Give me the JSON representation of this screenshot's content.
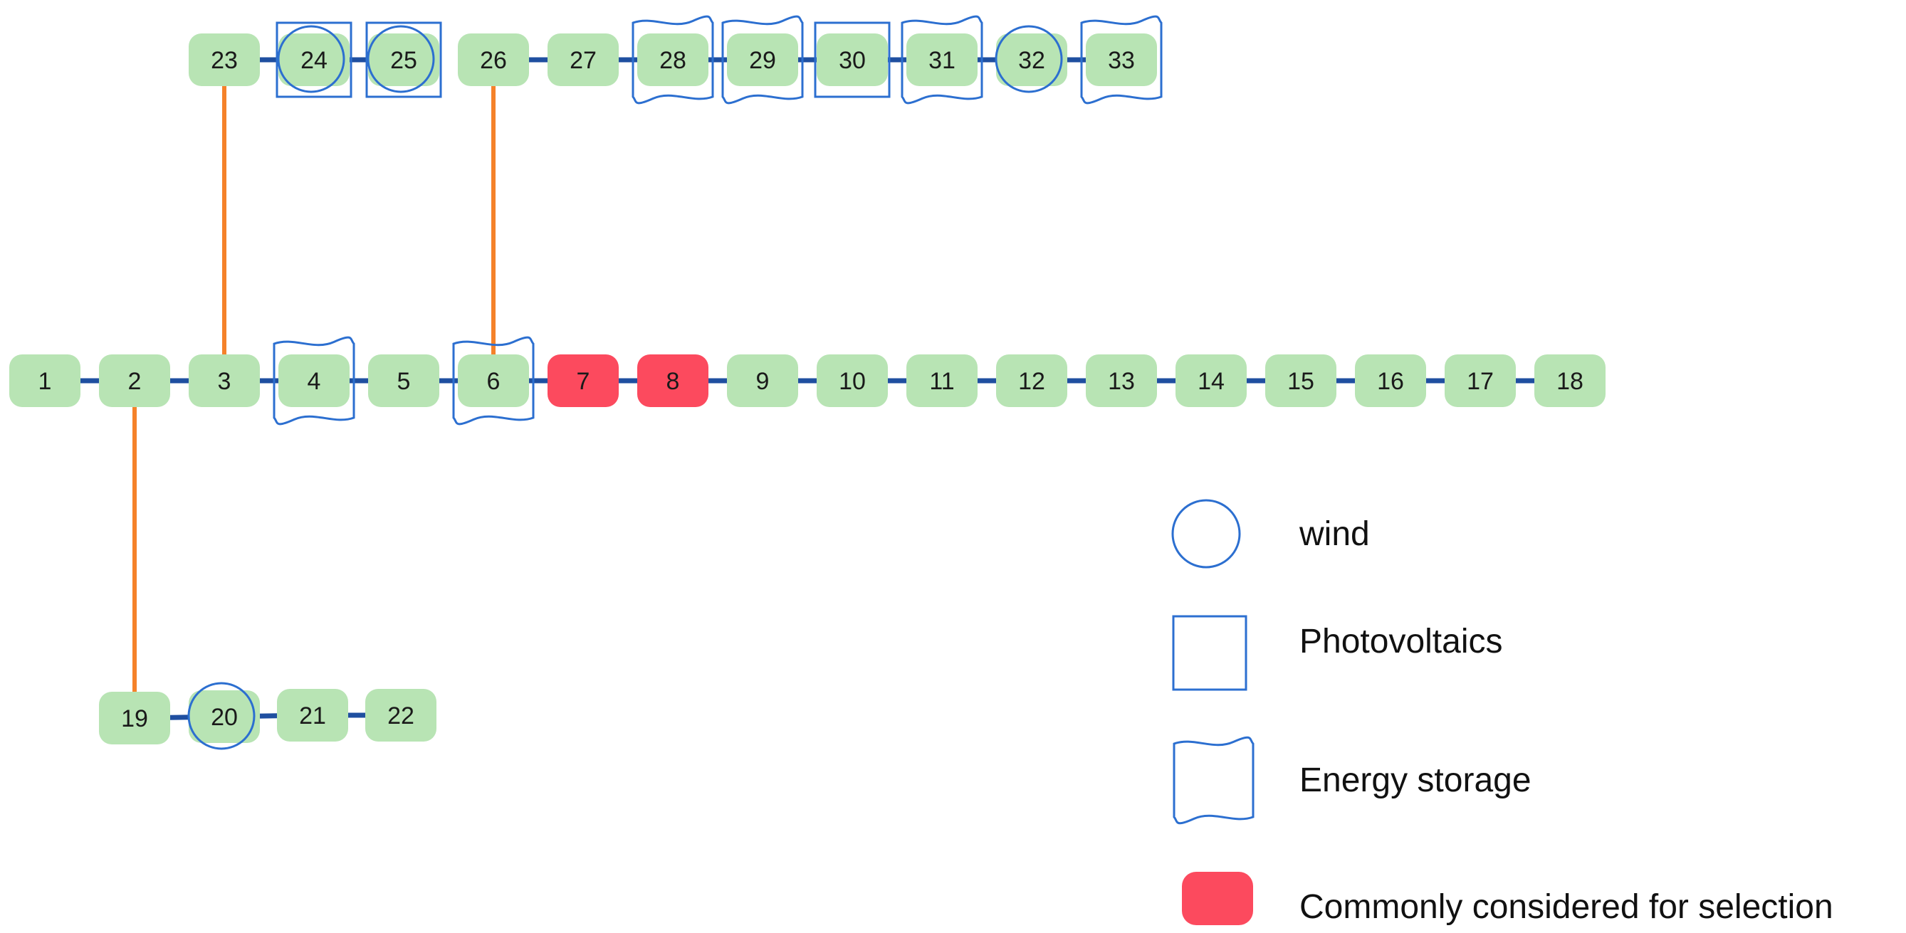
{
  "colors": {
    "node_fill": "#b8e4b4",
    "selected_fill": "#fc4a5e",
    "line_main": "#1f4fa0",
    "line_branch": "#f5822a",
    "symbol_stroke": "#2c6fd0"
  },
  "nodes": [
    {
      "id": "1",
      "label": "1"
    },
    {
      "id": "2",
      "label": "2"
    },
    {
      "id": "3",
      "label": "3"
    },
    {
      "id": "4",
      "label": "4",
      "symbols": [
        "storage"
      ]
    },
    {
      "id": "5",
      "label": "5"
    },
    {
      "id": "6",
      "label": "6",
      "symbols": [
        "storage"
      ]
    },
    {
      "id": "7",
      "label": "7",
      "selected": true
    },
    {
      "id": "8",
      "label": "8",
      "selected": true
    },
    {
      "id": "9",
      "label": "9"
    },
    {
      "id": "10",
      "label": "10"
    },
    {
      "id": "11",
      "label": "11"
    },
    {
      "id": "12",
      "label": "12"
    },
    {
      "id": "13",
      "label": "13"
    },
    {
      "id": "14",
      "label": "14"
    },
    {
      "id": "15",
      "label": "15"
    },
    {
      "id": "16",
      "label": "16"
    },
    {
      "id": "17",
      "label": "17"
    },
    {
      "id": "18",
      "label": "18"
    },
    {
      "id": "19",
      "label": "19"
    },
    {
      "id": "20",
      "label": "20",
      "symbols": [
        "wind"
      ]
    },
    {
      "id": "21",
      "label": "21"
    },
    {
      "id": "22",
      "label": "22"
    },
    {
      "id": "23",
      "label": "23"
    },
    {
      "id": "24",
      "label": "24",
      "symbols": [
        "pv",
        "wind"
      ]
    },
    {
      "id": "25",
      "label": "25",
      "symbols": [
        "pv",
        "wind"
      ]
    },
    {
      "id": "26",
      "label": "26"
    },
    {
      "id": "27",
      "label": "27"
    },
    {
      "id": "28",
      "label": "28",
      "symbols": [
        "storage"
      ]
    },
    {
      "id": "29",
      "label": "29",
      "symbols": [
        "storage"
      ]
    },
    {
      "id": "30",
      "label": "30",
      "symbols": [
        "pv"
      ]
    },
    {
      "id": "31",
      "label": "31",
      "symbols": [
        "storage"
      ]
    },
    {
      "id": "32",
      "label": "32",
      "symbols": [
        "wind"
      ]
    },
    {
      "id": "33",
      "label": "33",
      "symbols": [
        "storage"
      ]
    }
  ],
  "edges": [
    {
      "from": "1",
      "to": "2",
      "kind": "main"
    },
    {
      "from": "2",
      "to": "3",
      "kind": "main"
    },
    {
      "from": "3",
      "to": "4",
      "kind": "main"
    },
    {
      "from": "4",
      "to": "5",
      "kind": "main"
    },
    {
      "from": "5",
      "to": "6",
      "kind": "main"
    },
    {
      "from": "6",
      "to": "7",
      "kind": "main"
    },
    {
      "from": "7",
      "to": "8",
      "kind": "main"
    },
    {
      "from": "8",
      "to": "9",
      "kind": "main"
    },
    {
      "from": "9",
      "to": "10",
      "kind": "main"
    },
    {
      "from": "10",
      "to": "11",
      "kind": "main"
    },
    {
      "from": "11",
      "to": "12",
      "kind": "main"
    },
    {
      "from": "12",
      "to": "13",
      "kind": "main"
    },
    {
      "from": "13",
      "to": "14",
      "kind": "main"
    },
    {
      "from": "14",
      "to": "15",
      "kind": "main"
    },
    {
      "from": "15",
      "to": "16",
      "kind": "main"
    },
    {
      "from": "16",
      "to": "17",
      "kind": "main"
    },
    {
      "from": "17",
      "to": "18",
      "kind": "main"
    },
    {
      "from": "19",
      "to": "20",
      "kind": "main"
    },
    {
      "from": "20",
      "to": "21",
      "kind": "main"
    },
    {
      "from": "21",
      "to": "22",
      "kind": "main"
    },
    {
      "from": "23",
      "to": "24",
      "kind": "main"
    },
    {
      "from": "24",
      "to": "25",
      "kind": "main"
    },
    {
      "from": "26",
      "to": "27",
      "kind": "main"
    },
    {
      "from": "27",
      "to": "28",
      "kind": "main"
    },
    {
      "from": "28",
      "to": "29",
      "kind": "main"
    },
    {
      "from": "29",
      "to": "30",
      "kind": "main"
    },
    {
      "from": "30",
      "to": "31",
      "kind": "main"
    },
    {
      "from": "31",
      "to": "32",
      "kind": "main"
    },
    {
      "from": "32",
      "to": "33",
      "kind": "main"
    },
    {
      "from": "2",
      "to": "19",
      "kind": "branch"
    },
    {
      "from": "3",
      "to": "23",
      "kind": "branch"
    },
    {
      "from": "6",
      "to": "26",
      "kind": "branch"
    }
  ],
  "legend": {
    "wind": "wind",
    "pv": "Photovoltaics",
    "storage": "Energy storage",
    "selected": "Commonly considered for selection"
  }
}
